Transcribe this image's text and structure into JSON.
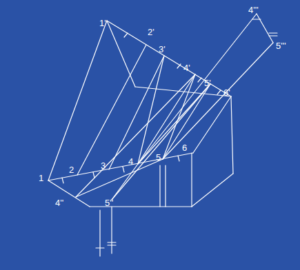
{
  "diagram": {
    "labels": [
      "1'",
      "2'",
      "3'",
      "4'",
      "5'",
      "6'",
      "4'''",
      "5'''",
      "1",
      "2",
      "3",
      "4",
      "5",
      "6",
      "4''",
      "5''"
    ]
  }
}
